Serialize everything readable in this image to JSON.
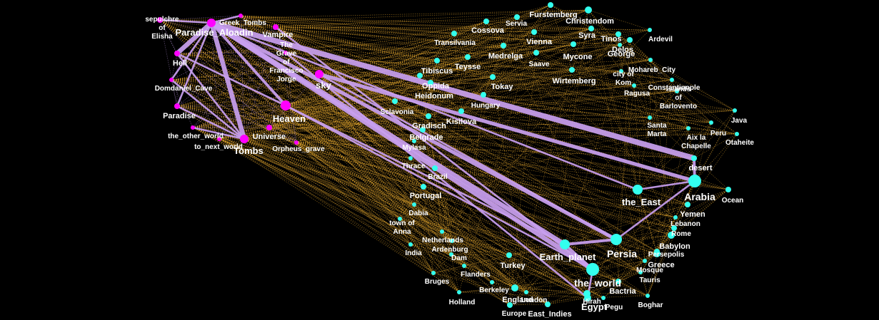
{
  "colors": {
    "background": "#000000",
    "otherworld_node": "#ff00ff",
    "place_node": "#33ffee",
    "strong_edge": "#c9a0f0",
    "weak_edge": "#f0b030"
  },
  "nodes": [
    {
      "id": "paradise_aloadin",
      "label": "Paradise_Aloadin",
      "group": "otherworld"
    },
    {
      "id": "greek_tombs",
      "label": "Greek_Tombs",
      "group": "otherworld"
    },
    {
      "id": "vampire",
      "label": "Vampire",
      "group": "otherworld"
    },
    {
      "id": "sepulchre",
      "label": [
        "sepulchre",
        "of",
        "Elisha"
      ],
      "group": "otherworld"
    },
    {
      "id": "hell",
      "label": "Hell",
      "group": "otherworld"
    },
    {
      "id": "domdaniel",
      "label": "Domdaniel_Cave",
      "group": "otherworld"
    },
    {
      "id": "paradise",
      "label": "Paradise",
      "group": "otherworld"
    },
    {
      "id": "other_world",
      "label": "the_other_world",
      "group": "otherworld"
    },
    {
      "id": "next_world",
      "label": "to_next_world",
      "group": "otherworld"
    },
    {
      "id": "tombs",
      "label": "Tombs",
      "group": "otherworld"
    },
    {
      "id": "heaven",
      "label": "Heaven",
      "group": "otherworld"
    },
    {
      "id": "universe",
      "label": "Universe_",
      "group": "otherworld"
    },
    {
      "id": "orpheus",
      "label": "Orpheus_grave",
      "group": "otherworld"
    },
    {
      "id": "grave_fj",
      "label": [
        "The",
        "Grave",
        "of",
        "Francisco",
        "Jorge"
      ],
      "group": "otherworld"
    },
    {
      "id": "sky",
      "label": "sky",
      "group": "otherworld"
    },
    {
      "id": "furstemberg",
      "label": "Furstemberg",
      "group": "place"
    },
    {
      "id": "christendom",
      "label": "Christendom",
      "group": "place"
    },
    {
      "id": "cossova",
      "label": "Cossova",
      "group": "place"
    },
    {
      "id": "servia",
      "label": "Servia",
      "group": "place"
    },
    {
      "id": "syra",
      "label": "Syra",
      "group": "place"
    },
    {
      "id": "tinos",
      "label": "Tinos",
      "group": "place"
    },
    {
      "id": "ardevil",
      "label": "Ardevil",
      "group": "place"
    },
    {
      "id": "transilvania",
      "label": "Transilvania",
      "group": "place"
    },
    {
      "id": "vienna",
      "label": "Vienna",
      "group": "place"
    },
    {
      "id": "delos",
      "label": "Delos",
      "group": "place"
    },
    {
      "id": "george",
      "label": "George",
      "group": "place"
    },
    {
      "id": "medrelga",
      "label": "Medrelga",
      "group": "place"
    },
    {
      "id": "mycone",
      "label": "Mycone",
      "group": "place"
    },
    {
      "id": "teysse",
      "label": "Teysse",
      "group": "place"
    },
    {
      "id": "saave",
      "label": "Saave",
      "group": "place"
    },
    {
      "id": "mohareb",
      "label": "Mohareb_City",
      "group": "place"
    },
    {
      "id": "tibiscus",
      "label": "Tibiscus",
      "group": "place"
    },
    {
      "id": "wirtemberg",
      "label": "Wirtemberg",
      "group": "place"
    },
    {
      "id": "kom",
      "label": [
        "city of",
        "Kom"
      ],
      "group": "place"
    },
    {
      "id": "constantinople",
      "label": "Constantinople",
      "group": "place"
    },
    {
      "id": "oppida",
      "label": "Oppida",
      "group": "place"
    },
    {
      "id": "tokay",
      "label": "Tokay",
      "group": "place"
    },
    {
      "id": "ragusa",
      "label": "Ragusa",
      "group": "place"
    },
    {
      "id": "heidonum",
      "label": "Heidonum",
      "group": "place"
    },
    {
      "id": "islands",
      "label": [
        "Islands",
        "of",
        "Barlovento"
      ],
      "group": "place"
    },
    {
      "id": "hungary",
      "label": "Hungary",
      "group": "place"
    },
    {
      "id": "sclavonia",
      "label": "Sclavonia",
      "group": "place"
    },
    {
      "id": "kisilova",
      "label": "Kisilova",
      "group": "place"
    },
    {
      "id": "java",
      "label": "Java",
      "group": "place"
    },
    {
      "id": "gradisch",
      "label": "Gradisch",
      "group": "place"
    },
    {
      "id": "santa_marta",
      "label": [
        "Santa",
        "Marta"
      ],
      "group": "place"
    },
    {
      "id": "belgrade",
      "label": "Belgrade",
      "group": "place"
    },
    {
      "id": "peru",
      "label": "Peru",
      "group": "place"
    },
    {
      "id": "aix",
      "label": [
        "Aix la",
        "Chapelle"
      ],
      "group": "place"
    },
    {
      "id": "otaheite",
      "label": "Otaheite",
      "group": "place"
    },
    {
      "id": "mylasa",
      "label": "Mylasa",
      "group": "place"
    },
    {
      "id": "thrace",
      "label": "Thrace",
      "group": "place"
    },
    {
      "id": "desert",
      "label": "desert",
      "group": "place"
    },
    {
      "id": "brazil",
      "label": "Brazil",
      "group": "place"
    },
    {
      "id": "arabia",
      "label": "Arabia",
      "group": "place"
    },
    {
      "id": "ocean",
      "label": "Ocean",
      "group": "place"
    },
    {
      "id": "portugal",
      "label": "Portugal",
      "group": "place"
    },
    {
      "id": "the_east",
      "label": "the_East",
      "group": "place"
    },
    {
      "id": "dabia",
      "label": "Dabia",
      "group": "place"
    },
    {
      "id": "yemen",
      "label": "Yemen",
      "group": "place"
    },
    {
      "id": "lebanon",
      "label": "Lebanon",
      "group": "place"
    },
    {
      "id": "anna",
      "label": [
        "town of",
        "Anna"
      ],
      "group": "place"
    },
    {
      "id": "rome",
      "label": "Rome",
      "group": "place"
    },
    {
      "id": "netherlands",
      "label": "Netherlands",
      "group": "place"
    },
    {
      "id": "babylon",
      "label": "Babylon",
      "group": "place"
    },
    {
      "id": "ardenburg",
      "label": "Ardenburg",
      "group": "place"
    },
    {
      "id": "india",
      "label": "India",
      "group": "place"
    },
    {
      "id": "earth_planet",
      "label": "Earth_planet",
      "group": "place"
    },
    {
      "id": "persia",
      "label": "Persia",
      "group": "place"
    },
    {
      "id": "persepolis",
      "label": "Persepolis",
      "group": "place"
    },
    {
      "id": "dam",
      "label": "Dam",
      "group": "place"
    },
    {
      "id": "turkey",
      "label": "Turkey",
      "group": "place"
    },
    {
      "id": "greece",
      "label": "Greece",
      "group": "place"
    },
    {
      "id": "flanders",
      "label": "Flanders",
      "group": "place"
    },
    {
      "id": "mosque",
      "label": "Mosque",
      "group": "place"
    },
    {
      "id": "bruges",
      "label": "Bruges",
      "group": "place"
    },
    {
      "id": "tauris",
      "label": "Tauris",
      "group": "place"
    },
    {
      "id": "the_world",
      "label": "the_world",
      "group": "place"
    },
    {
      "id": "berkeley",
      "label": "Berkeley",
      "group": "place"
    },
    {
      "id": "bactria",
      "label": "Bactria",
      "group": "place"
    },
    {
      "id": "england",
      "label": "England",
      "group": "place"
    },
    {
      "id": "london",
      "label": "London",
      "group": "place"
    },
    {
      "id": "hirah",
      "label": "Hirah",
      "group": "place"
    },
    {
      "id": "holland",
      "label": "Holland",
      "group": "place"
    },
    {
      "id": "egypt",
      "label": "Egypt",
      "group": "place"
    },
    {
      "id": "pegu",
      "label": "Pegu",
      "group": "place"
    },
    {
      "id": "boghar",
      "label": "Boghar",
      "group": "place"
    },
    {
      "id": "europe",
      "label": "Europe",
      "group": "place"
    },
    {
      "id": "east_indies",
      "label": "East_Indies",
      "group": "place"
    }
  ],
  "strong_edges": [
    {
      "source": "paradise_aloadin",
      "target": "desert",
      "weight": 6
    },
    {
      "source": "paradise_aloadin",
      "target": "earth_planet",
      "weight": 5
    },
    {
      "source": "paradise_aloadin",
      "target": "the_world",
      "weight": 5
    },
    {
      "source": "paradise_aloadin",
      "target": "persia",
      "weight": 4
    },
    {
      "source": "paradise_aloadin",
      "target": "tombs",
      "weight": 5
    },
    {
      "source": "paradise_aloadin",
      "target": "hell",
      "weight": 5
    },
    {
      "source": "paradise_aloadin",
      "target": "heaven",
      "weight": 3
    },
    {
      "source": "paradise_aloadin",
      "target": "sepulchre",
      "weight": 2
    },
    {
      "source": "paradise_aloadin",
      "target": "domdaniel",
      "weight": 2
    },
    {
      "source": "paradise_aloadin",
      "target": "paradise",
      "weight": 2
    },
    {
      "source": "paradise_aloadin",
      "target": "greek_tombs",
      "weight": 2
    },
    {
      "source": "paradise_aloadin",
      "target": "the_east",
      "weight": 2
    },
    {
      "source": "sky",
      "target": "arabia",
      "weight": 4
    },
    {
      "source": "sky",
      "target": "persia",
      "weight": 2
    },
    {
      "source": "tombs",
      "target": "paradise",
      "weight": 2
    },
    {
      "source": "tombs",
      "target": "domdaniel",
      "weight": 2
    },
    {
      "source": "tombs",
      "target": "other_world",
      "weight": 2
    },
    {
      "source": "tombs",
      "target": "hell",
      "weight": 2
    },
    {
      "source": "heaven",
      "target": "the_world",
      "weight": 2
    },
    {
      "source": "heaven",
      "target": "earth_planet",
      "weight": 2
    },
    {
      "source": "heaven",
      "target": "hell",
      "weight": 2
    },
    {
      "source": "vampire",
      "target": "the_world",
      "weight": 2
    },
    {
      "source": "grave_fj",
      "target": "egypt",
      "weight": 2
    },
    {
      "source": "persia",
      "target": "earth_planet",
      "weight": 3
    },
    {
      "source": "persia",
      "target": "arabia",
      "weight": 2
    },
    {
      "source": "earth_planet",
      "target": "the_world",
      "weight": 3
    },
    {
      "source": "arabia",
      "target": "the_east",
      "weight": 2
    },
    {
      "source": "arabia",
      "target": "desert",
      "weight": 3
    },
    {
      "source": "the_world",
      "target": "egypt",
      "weight": 2
    }
  ]
}
